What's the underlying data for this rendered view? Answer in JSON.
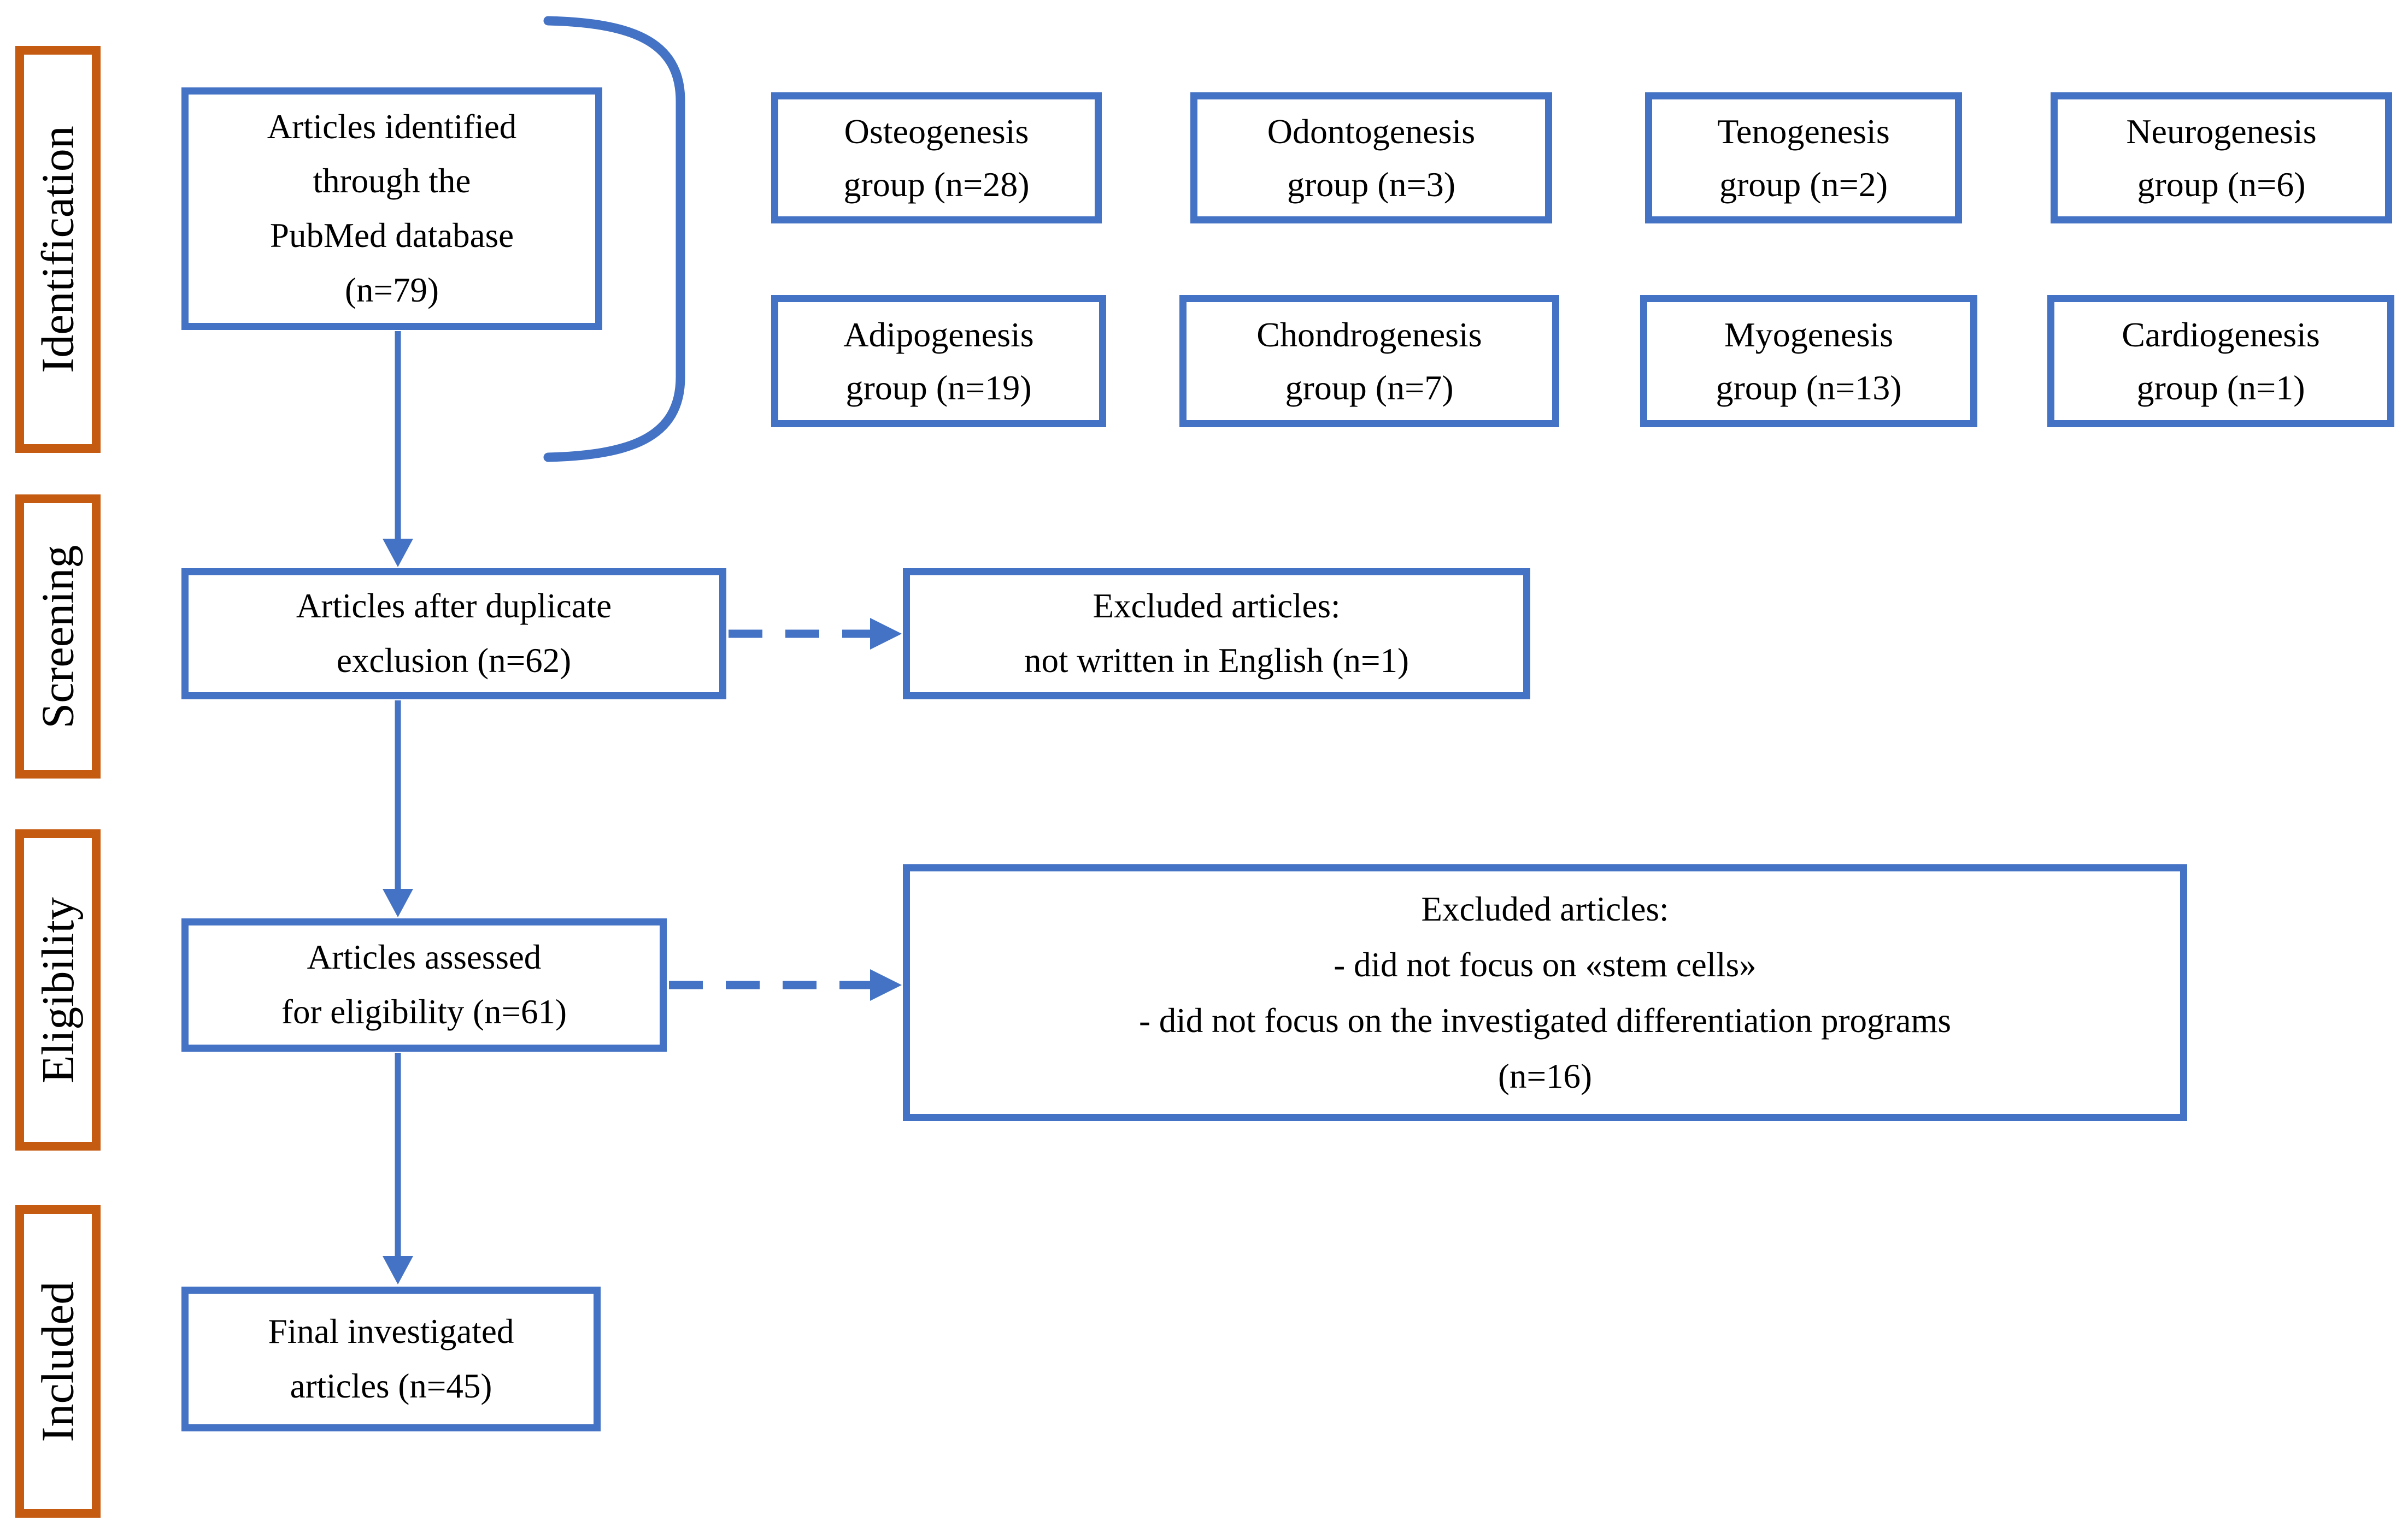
{
  "figure": {
    "kind": "prisma-literature-flow-diagram",
    "background": "#ffffff"
  },
  "palette": {
    "flow_box_border": "#4472C4",
    "stage_label_border": "#C55A11",
    "arrow_color": "#4472C4",
    "text_color": "#000000"
  },
  "stages": [
    {
      "label": "Identification"
    },
    {
      "label": "Screening"
    },
    {
      "label": "Eligibility"
    },
    {
      "label": "Included"
    }
  ],
  "flow": {
    "identified": {
      "line1": "Articles identified",
      "line2": "through the",
      "line3": "PubMed database",
      "line4": "(n=79)"
    },
    "after_duplicates": {
      "line1": "Articles after duplicate",
      "line2": "exclusion (n=62)"
    },
    "assessed": {
      "line1": "Articles assessed",
      "line2": "for eligibility (n=61)"
    },
    "final_included": {
      "line1": "Final investigated",
      "line2": "articles (n=45)"
    }
  },
  "exclusions": {
    "screening": {
      "line1": "Excluded articles:",
      "line2": "not written in English (n=1)"
    },
    "eligibility": {
      "line1": "Excluded articles:",
      "line2": "- did not focus on «stem cells»",
      "line3": "- did not focus on the investigated differentiation programs",
      "line4": "(n=16)"
    }
  },
  "groups": [
    {
      "line1": "Osteogenesis",
      "line2": "group (n=28)"
    },
    {
      "line1": "Odontogenesis",
      "line2": "group (n=3)"
    },
    {
      "line1": "Tenogenesis",
      "line2": "group (n=2)"
    },
    {
      "line1": "Neurogenesis",
      "line2": "group (n=6)"
    },
    {
      "line1": "Adipogenesis",
      "line2": "group (n=19)"
    },
    {
      "line1": "Chondrogenesis",
      "line2": "group (n=7)"
    },
    {
      "line1": "Myogenesis",
      "line2": "group (n=13)"
    },
    {
      "line1": "Cardiogenesis",
      "line2": "group (n=1)"
    }
  ],
  "counts": {
    "identified": 79,
    "after_duplicate_exclusion": 62,
    "assessed_for_eligibility": 61,
    "final_investigated": 45,
    "excluded_not_english": 1,
    "excluded_wrong_focus": 16,
    "osteogenesis": 28,
    "odontogenesis": 3,
    "tenogenesis": 2,
    "neurogenesis": 6,
    "adipogenesis": 19,
    "chondrogenesis": 7,
    "myogenesis": 13,
    "cardiogenesis": 1
  }
}
